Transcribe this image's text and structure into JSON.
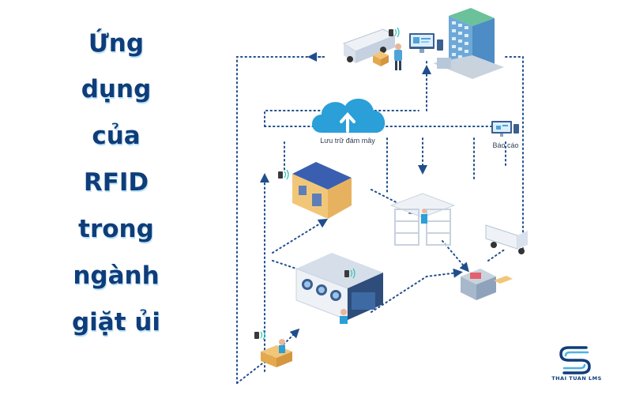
{
  "title_lines": [
    "Ứng",
    "dụng",
    "của",
    "RFID",
    "trong",
    "ngành",
    "giặt ủi"
  ],
  "labels": {
    "cloud": "Lưu trữ đám mây",
    "report": "Báo cáo"
  },
  "logo": {
    "text": "THAI TUAN LMS"
  },
  "colors": {
    "title": "#0f3d7a",
    "flow_line": "#1f4e8c",
    "cloud": "#2a9fd8",
    "accent": "#4fa3d8"
  }
}
